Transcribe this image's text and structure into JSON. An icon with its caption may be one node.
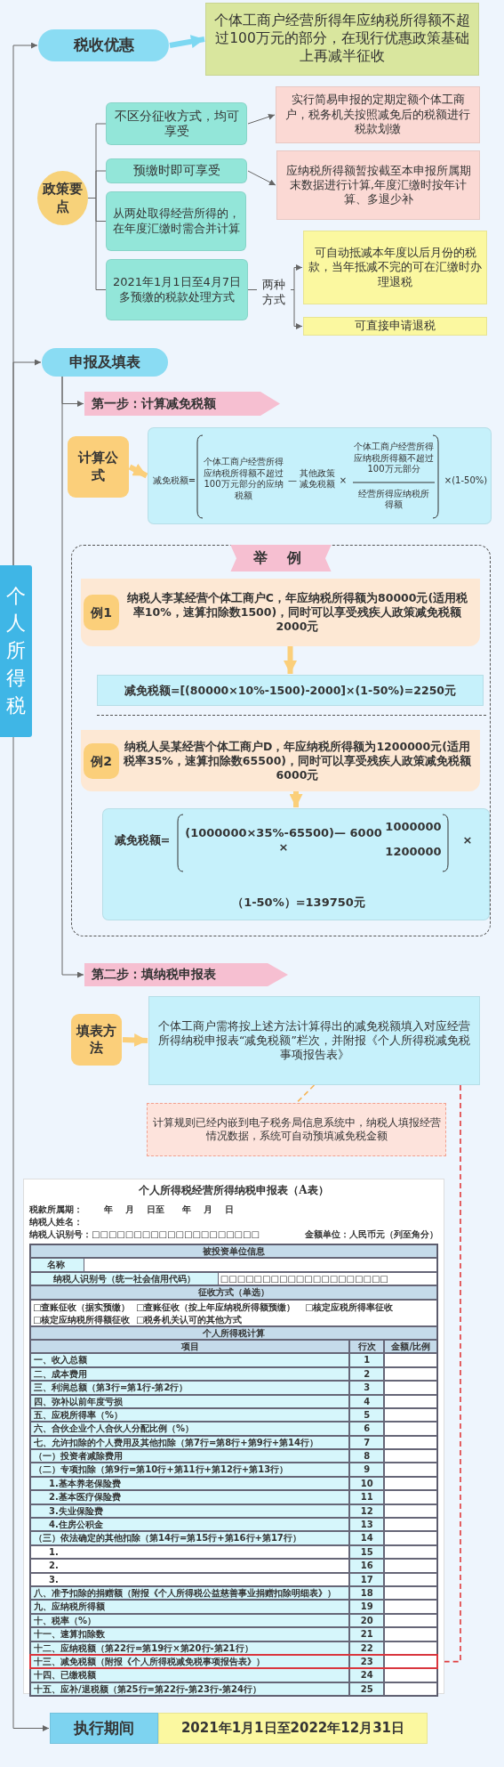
{
  "diagram": {
    "nodes": [
      {
        "text": [
          "个人所得税"
        ]
      },
      {
        "text": [
          "税收优惠"
        ]
      },
      {
        "text": [
          "个体工商户经营所得年应纳税所得额不超过100万元的部分，在现行优惠政策基础上再减半征收"
        ]
      },
      {
        "text": [
          "政策要点"
        ]
      },
      {
        "text": [
          "不区分征收方式，均可享受"
        ]
      },
      {
        "text": [
          "实行简易申报的定期定额个体工商户，税务机关按照减免后的税额进行税款划缴"
        ]
      },
      {
        "text": [
          "预缴时即可享受"
        ]
      },
      {
        "text": [
          "应纳税所得额暂按截至本申报所属期末数据进行计算,年度汇缴时按年计算、多退少补"
        ]
      },
      {
        "text": [
          "从两处取得经营所得的，在年度汇缴时需合并计算"
        ]
      },
      {
        "text": [
          "2021年1月1日至4月7日多预缴的税款处理方式"
        ]
      },
      {
        "text": [
          "可自动抵减本年度以后月份的税款，当年抵减不完的可在汇缴时办理退税"
        ]
      },
      {
        "text": [
          "可直接申请退税"
        ]
      },
      {
        "text": [
          "申报及填表"
        ]
      },
      {
        "text": [
          "第一步：计算减免税额"
        ]
      },
      {
        "text": [
          "计算公式"
        ]
      },
      {
        "text": [
          "减免税额=",
          "个体工商户经营所得应纳税所得额不超过100万元部分的应纳税额",
          "—",
          "其他政策减免税额",
          "×",
          "个体工商户经营所得应纳税所得额不超过100万元部分",
          "经营所得应纳税所得额",
          "×(1-50%)"
        ]
      },
      {
        "text": [
          "举 例"
        ]
      },
      {
        "text": [
          "例1",
          "纳税人李某经营个体工商户C，年应纳税所得额为80000元(适用税率10%，速算扣除数1500)，同时可以享受残疾人政策减免税额2000元"
        ],
        "in": 16
      },
      {
        "text": [
          "减免税额=[(80000×10%-1500)-2000]×(1-50%)=2250元"
        ],
        "in": 16
      },
      {
        "text": [
          "例2",
          "纳税人吴某经营个体工商户D，年应纳税所得额为1200000元(适用税率35%，速算扣除数65500)，同时可以享受残疾人政策减免税额6000元"
        ],
        "in": 16
      },
      {
        "text": [
          "减免税额=",
          "(1000000×35%-65500)— 6000 ×",
          "1000000",
          "1200000",
          "×",
          "（1-50%）=139750元"
        ],
        "in": 16
      },
      {
        "text": [
          "第二步：填纳税申报表"
        ]
      },
      {
        "text": [
          "填表方法"
        ]
      },
      {
        "text": [
          "个体工商户需将按上述方法计算得出的减免税额填入对应经营所得纳税申报表“减免税额”栏次，并附报《个人所得税减免税事项报告表》"
        ]
      },
      {
        "text": [
          "计算规则已经内嵌到电子税务局信息系统中，纳税人填报经营情况数据，系统可自动预填减免税金额"
        ]
      },
      {
        "text": [
          "个人所得税经营所得纳税申报表（A表）"
        ]
      },
      {
        "text": [
          "十三、减免税额（附报《个人所得税减免税事项报告表》）",
          "23"
        ],
        "in": 25
      },
      {
        "text": [
          "执行期间"
        ]
      },
      {
        "text": [
          "2021年1月1日至2022年12月31日"
        ]
      }
    ],
    "edges": [
      {
        "from": 0,
        "to": 1,
        "arrow": "to"
      },
      {
        "from": 1,
        "to": 2,
        "arrow": "to",
        "style": "thick",
        "color": "#7dd8f2"
      },
      {
        "from": 3,
        "to": 4,
        "arrow": "none"
      },
      {
        "from": 3,
        "to": 6,
        "arrow": "none"
      },
      {
        "from": 3,
        "to": 8,
        "arrow": "none"
      },
      {
        "from": 3,
        "to": 9,
        "arrow": "none"
      },
      {
        "from": 4,
        "to": 5,
        "arrow": "to"
      },
      {
        "from": 6,
        "to": 7,
        "arrow": "to"
      },
      {
        "from": 9,
        "to": 10,
        "arrow": "to",
        "label": "两种方式"
      },
      {
        "from": 9,
        "to": 11,
        "arrow": "to"
      },
      {
        "from": 0,
        "to": 12,
        "arrow": "to"
      },
      {
        "from": 12,
        "to": 13,
        "arrow": "to"
      },
      {
        "from": 14,
        "to": 15,
        "arrow": "to",
        "style": "thick",
        "color": "#fbcf7a"
      },
      {
        "from": 17,
        "to": 18,
        "arrow": "to",
        "style": "thick",
        "color": "#fbcf7a"
      },
      {
        "from": 19,
        "to": 20,
        "arrow": "to",
        "style": "thick",
        "color": "#fbcf7a"
      },
      {
        "from": 12,
        "to": 21,
        "arrow": "to"
      },
      {
        "from": 22,
        "to": 23,
        "arrow": "to",
        "style": "thick",
        "color": "#fbcf7a"
      },
      {
        "from": 23,
        "to": 24,
        "arrow": "none",
        "style": "dashed",
        "color": "#f5b55a"
      },
      {
        "from": 23,
        "to": 26,
        "arrow": "to",
        "style": "dashed",
        "color": "#e03a3a"
      },
      {
        "from": 0,
        "to": 27,
        "arrow": "to"
      }
    ],
    "labels": [
      "税款所属期：",
      "年",
      "月",
      "日至",
      "年",
      "月",
      "日",
      "纳税人姓名：",
      "纳税人识别号：□□□□□□□□□□□□□□□□□□□□",
      "金额单位：人民币元（列至角分）",
      "被投资单位信息",
      "名称",
      "纳税人识别号（统一社会信用代码）",
      "□□□□□□□□□□□□□□□□□□□□",
      "征收方式（单选）",
      "□查账征收（据实预缴）",
      "□查账征收（按上年应纳税所得额预缴）",
      "□核定应税所得率征收",
      "□核定应纳税所得额征收",
      "□税务机关认可的其他方式",
      "个人所得税计算",
      "项目",
      "行次",
      "金额/比例",
      "一、收入总额",
      "1",
      "二、成本费用",
      "2",
      "三、利润总额（第3行=第1行-第2行）",
      "3",
      "四、弥补以前年度亏损",
      "4",
      "五、应税所得率（%）",
      "5",
      "六、合伙企业个人合伙人分配比例（%）",
      "6",
      "七、允许扣除的个人费用及其他扣除（第7行=第8行+第9行+第14行）",
      "7",
      "（一）投资者减除费用",
      "8",
      "（二）专项扣除（第9行=第10行+第11行+第12行+第13行）",
      "9",
      "1.基本养老保险费",
      "10",
      "2.基本医疗保险费",
      "11",
      "3.失业保险费",
      "12",
      "4.住房公积金",
      "13",
      "（三）依法确定的其他扣除（第14行=第15行+第16行+第17行）",
      "14",
      "1.",
      "15",
      "2.",
      "16",
      "3.",
      "17",
      "八、准予扣除的捐赠额（附报《个人所得税公益慈善事业捐赠扣除明细表》）",
      "18",
      "九、应纳税所得额",
      "19",
      "十、税率（%）",
      "20",
      "十一、速算扣除数",
      "21",
      "十二、应纳税额（第22行=第19行×第20行-第21行）",
      "22",
      "十四、已缴税额",
      "24",
      "十五、应补/退税额（第25行=第22行-第23行-第24行）",
      "25"
    ]
  }
}
